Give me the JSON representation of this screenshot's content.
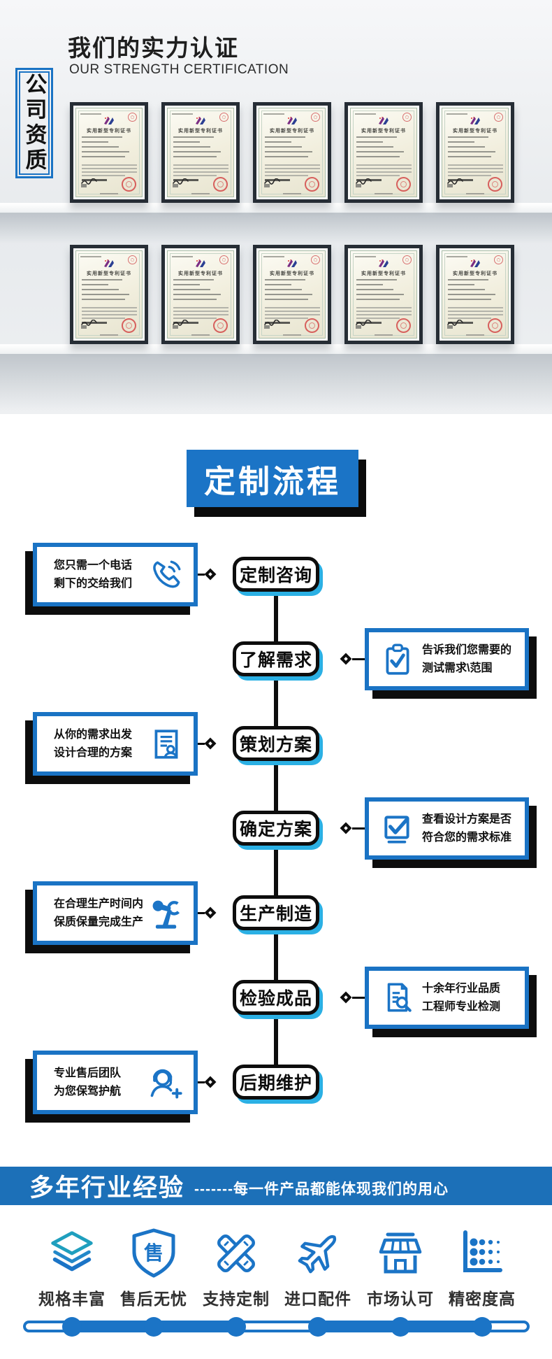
{
  "colors": {
    "primary_blue": "#1b74c6",
    "box_border_blue": "#1a73c4",
    "cyan_shadow": "#2bb0e4",
    "bar_blue": "#1c70b8",
    "teal_accent": "#1f9fbe",
    "shadow_black": "#0d0d0d"
  },
  "certification_section": {
    "side_label": "公司资质",
    "title": "我们的实力认证",
    "subtitle": "OUR STRENGTH CERTIFICATION",
    "certificate_title": "实用新型专利证书",
    "row_count": 2,
    "certs_per_row": 5
  },
  "process_section": {
    "banner_title": "定制流程",
    "steps": [
      {
        "label": "定制咨询",
        "side": "left",
        "icon": "phone-icon",
        "note_lines": [
          "您只需一个电话",
          "剩下的交给我们"
        ]
      },
      {
        "label": "了解需求",
        "side": "right",
        "icon": "clipboard-check-icon",
        "note_lines": [
          "告诉我们您需要的",
          "测试需求\\范围"
        ]
      },
      {
        "label": "策划方案",
        "side": "left",
        "icon": "document-user-icon",
        "note_lines": [
          "从你的需求出发",
          "设计合理的方案"
        ]
      },
      {
        "label": "确定方案",
        "side": "right",
        "icon": "checkbox-icon",
        "note_lines": [
          "查看设计方案是否",
          "符合您的需求标准"
        ]
      },
      {
        "label": "生产制造",
        "side": "left",
        "icon": "robot-arm-icon",
        "note_lines": [
          "在合理生产时间内",
          "保质保量完成生产"
        ]
      },
      {
        "label": "检验成品",
        "side": "right",
        "icon": "document-search-icon",
        "note_lines": [
          "十余年行业品质",
          "工程师专业检测"
        ]
      },
      {
        "label": "后期维护",
        "side": "left",
        "icon": "support-icon",
        "note_lines": [
          "专业售后团队",
          "为您保驾护航"
        ]
      }
    ]
  },
  "experience_bar": {
    "title": "多年行业经验",
    "separator": "-------",
    "subtitle": "每一件产品都能体现我们的用心"
  },
  "features": [
    {
      "label": "规格丰富",
      "icon": "layers-icon"
    },
    {
      "label": "售后无忧",
      "icon": "shield-icon",
      "icon_glyph": "售"
    },
    {
      "label": "支持定制",
      "icon": "rulers-icon"
    },
    {
      "label": "进口配件",
      "icon": "airplane-icon"
    },
    {
      "label": "市场认可",
      "icon": "store-icon"
    },
    {
      "label": "精密度高",
      "icon": "precision-chart-icon"
    }
  ]
}
